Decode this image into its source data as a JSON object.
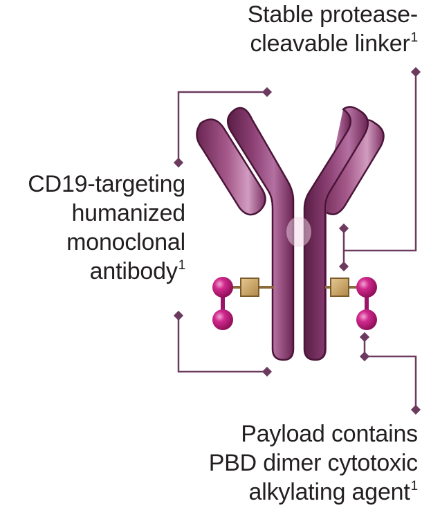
{
  "labels": {
    "linker": {
      "lines": [
        "Stable protease-",
        "cleavable linker"
      ],
      "sup": "1"
    },
    "antibody": {
      "lines": [
        "CD19-targeting",
        "humanized",
        "monoclonal",
        "antibody"
      ],
      "sup": "1"
    },
    "payload": {
      "lines": [
        "Payload contains",
        "PBD dimer cytotoxic",
        "alkylating agent"
      ],
      "sup": "1"
    }
  },
  "colors": {
    "antibody": "#8b3a6f",
    "antibody_dark": "#5e1f49",
    "antibody_highlight": "#c784b0",
    "payload": "#c2187e",
    "linker": "#c9a56b",
    "connector": "#6b3a5e",
    "text": "#231f20"
  },
  "icons": [
    "antibody-structure",
    "linker-square",
    "payload-sphere",
    "connector-diamond"
  ]
}
